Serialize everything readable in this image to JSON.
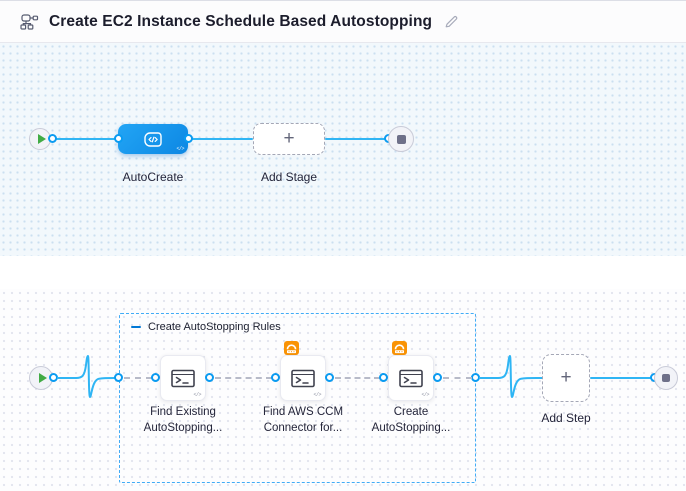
{
  "header": {
    "title": "Create EC2 Instance Schedule Based Autostopping"
  },
  "glyphs": {
    "plus": "+",
    "code": "</>"
  },
  "colors": {
    "accent_blue": "#0a9bf1",
    "line_blue": "#2fb5f4",
    "stage_node_blue": "#0d87e3",
    "group_border_blue": "#41acf6",
    "badge_orange": "#f99305",
    "play_green": "#42ab45",
    "stop_gray": "#6e7089",
    "stage_canvas_bg": "#f2f8fc",
    "step_canvas_bg": "#fdfdfe"
  },
  "icons": {
    "header": "pipeline-graph-icon",
    "edit": "edit-pencil-icon",
    "start": "play-icon",
    "end": "stop-icon",
    "stage": "custom-stage-code-icon",
    "step": "shell-script-terminal-icon",
    "badge": "ccm-gauge-icon",
    "collapse": "collapse-minus-icon"
  },
  "stage_pipeline": {
    "stage_label": "AutoCreate",
    "add_stage_label": "Add Stage"
  },
  "step_pipeline": {
    "group_label": "Create AutoStopping Rules",
    "steps": [
      {
        "line1": "Find Existing",
        "line2": "AutoStopping..."
      },
      {
        "line1": "Find AWS CCM",
        "line2": "Connector for..."
      },
      {
        "line1": "Create",
        "line2": "AutoStopping..."
      }
    ],
    "add_step_label": "Add Step"
  }
}
